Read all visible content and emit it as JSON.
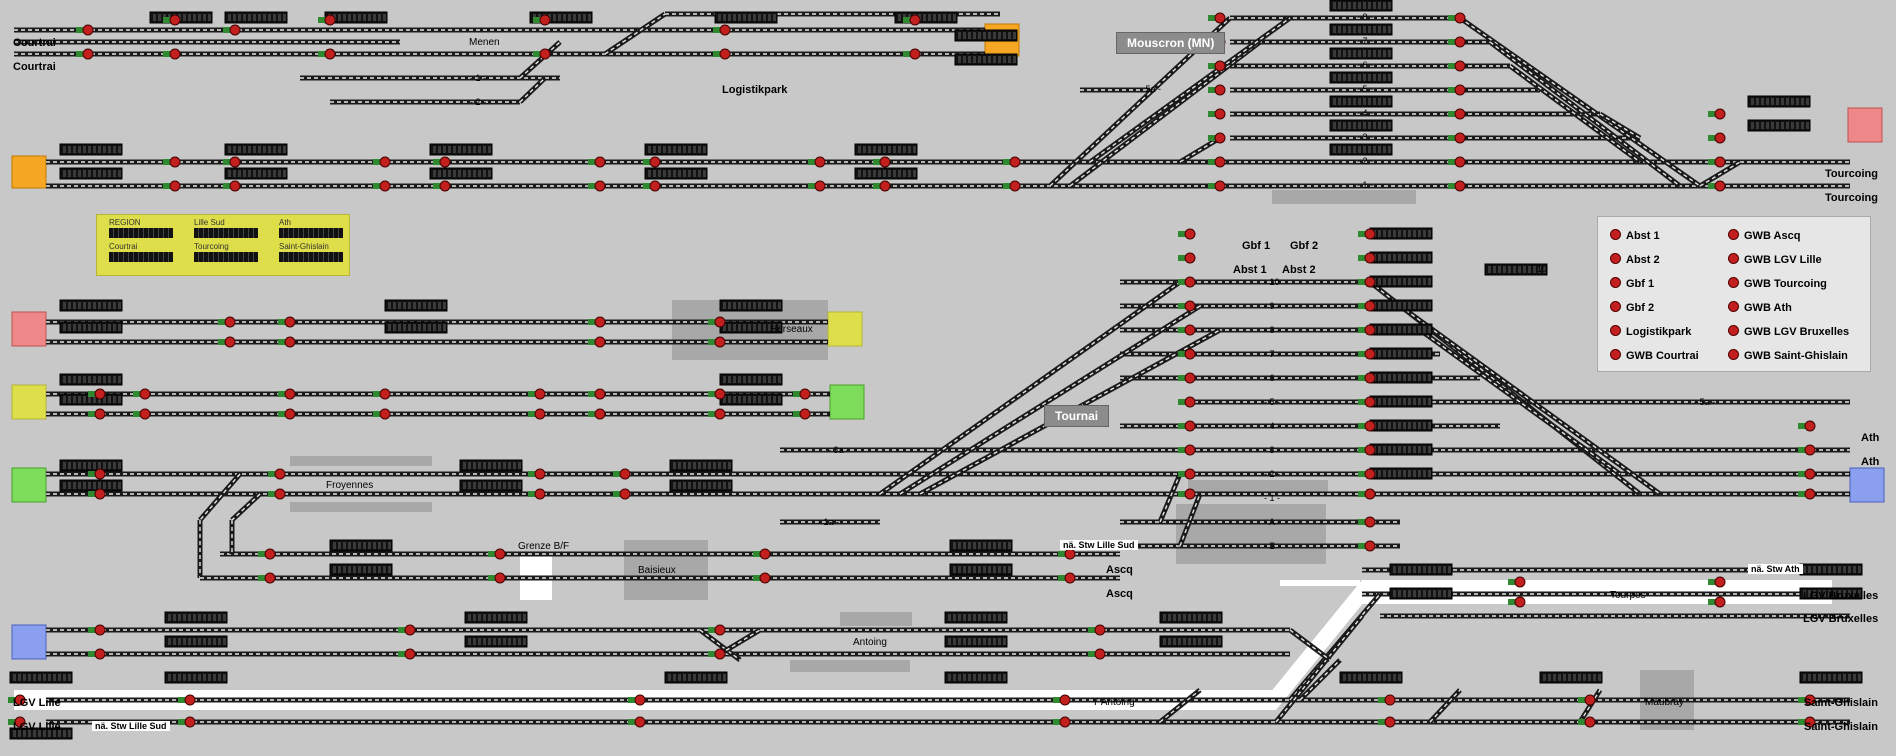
{
  "colors": {
    "background": "#c8c8c8",
    "track": "#1a1a1a",
    "track_dash": "#eaeaea",
    "signal_red": "#c21f1f",
    "signal_green": "#2f8a2f",
    "end_orange": "#f5a623",
    "end_red": "#ee8888",
    "end_yellow": "#dede4a",
    "end_green": "#7ddd5a",
    "end_blue": "#8aa0ee",
    "legend_bg": "#e6e6e6",
    "counter_panel": "#dede4a"
  },
  "stations": {
    "mouscron": "Mouscron (MN)",
    "tournai": "Tournai"
  },
  "labels": {
    "menen": "Menen",
    "logistikpark": "Logistikpark",
    "herseaux": "Herseaux",
    "froyennes": "Froyennes",
    "grenze": "Grenze B/F",
    "baisieux": "Baisieux",
    "antoing": "Antoing",
    "y_antoing": "Y Antoing",
    "tourpes": "Tourpes",
    "maubray": "Maubray",
    "gbf1": "Gbf 1",
    "gbf2": "Gbf 2",
    "abst1": "Abst 1",
    "abst2": "Abst 2",
    "ten": "10"
  },
  "ends": {
    "courtrai1": "Courtrai",
    "courtrai2": "Courtrai",
    "tourcoing1": "Tourcoing",
    "tourcoing2": "Tourcoing",
    "ath1": "Ath",
    "ath2": "Ath",
    "ascq1": "Ascq",
    "ascq2": "Ascq",
    "na_stw_lille_sud_top": "nä. Stw Lille Sud",
    "na_stw_ath": "nä. Stw Ath",
    "lgv_bruxelles1": "LGV Bruxelles",
    "lgv_bruxelles2": "LGV Bruxelles",
    "lgv_lille1": "LGV Lille",
    "lgv_lille2": "LGV Lille",
    "na_stw_lille_sud_bottom": "nä. Stw Lille Sud",
    "saint_ghislain1": "Saint-Ghislain",
    "saint_ghislain2": "Saint-Ghislain"
  },
  "track_numbers": {
    "mn": [
      "- 8 -",
      "- 7 -",
      "- 6 -",
      "- 5 -",
      "- 4 -",
      "- 3 -",
      "- 2 -",
      "- 1 -",
      "- 5a -"
    ],
    "tournai": [
      "- 10",
      "- 9 -",
      "- 8 -",
      "- 7 -",
      "- 6 -",
      "- 5 -",
      "- 4 -",
      "- 3 -",
      "- 2 -",
      "- 1 -",
      "- A -",
      "- B -",
      "- 5a -",
      "- 3a -",
      "- 1a -"
    ],
    "menen": [
      "- 1 -",
      "- 2 -"
    ]
  },
  "counters": {
    "region": "REGION",
    "lille_sud": "Lille Sud",
    "ath": "Ath",
    "courtrai": "Courtrai",
    "tourcoing": "Tourcoing",
    "saint_ghislain": "Saint-Ghislain"
  },
  "legend": [
    "Abst 1",
    "Abst 2",
    "Gbf 1",
    "Gbf 2",
    "Logistikpark",
    "GWB Courtrai",
    "GWB Ascq",
    "GWB LGV Lille",
    "GWB Tourcoing",
    "GWB Ath",
    "GWB LGV Bruxelles",
    "GWB Saint-Ghislain"
  ]
}
